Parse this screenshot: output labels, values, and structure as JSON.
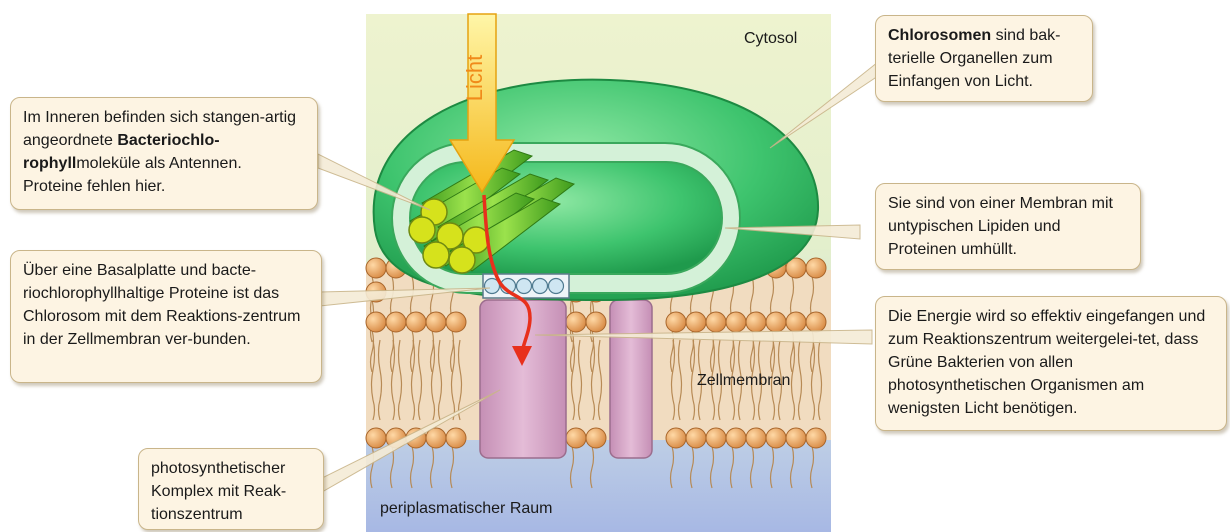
{
  "labels": {
    "cytosol": "Cytosol",
    "periplasm": "periplasmatischer Raum",
    "membrane": "Zellmembran",
    "light": "Licht"
  },
  "callouts": {
    "chlorosomes": {
      "bold": "Chlorosomen",
      "text": " sind bak-terielle Organellen zum Einfangen von Licht."
    },
    "inner": {
      "part1": "Im Inneren befinden sich stangen-artig angeordnete ",
      "bold": "Bacteriochlo-rophyll",
      "part2": "moleküle als Antennen. Proteine fehlen hier."
    },
    "membrane_wrap": "Sie sind von einer Membran mit untypischen Lipiden und Proteinen umhüllt.",
    "baseplate": "Über eine Basalplatte und bacte-riochlorophyllhaltige Proteine ist das Chlorosom mit dem Reaktions-zentrum in der Zellmembran ver-bunden.",
    "energy": "Die Energie wird so effektiv eingefangen und zum Reaktionszentrum weitergelei-tet, dass Grüne Bakterien von allen photosynthetischen Organismen am wenigsten Licht benötigen.",
    "complex": "photosynthetischer Komplex mit Reak-tionszentrum"
  },
  "colors": {
    "chlorosome": "#3ec46e",
    "inner_membrane": "#d4f1d8",
    "rods": "#5cb82a",
    "rod_ends": "#d6e21c",
    "protein": "#d3a6c4",
    "lipid_head": "#e7a35e",
    "arrow": "#e8301c",
    "light": "#f7c81e"
  }
}
